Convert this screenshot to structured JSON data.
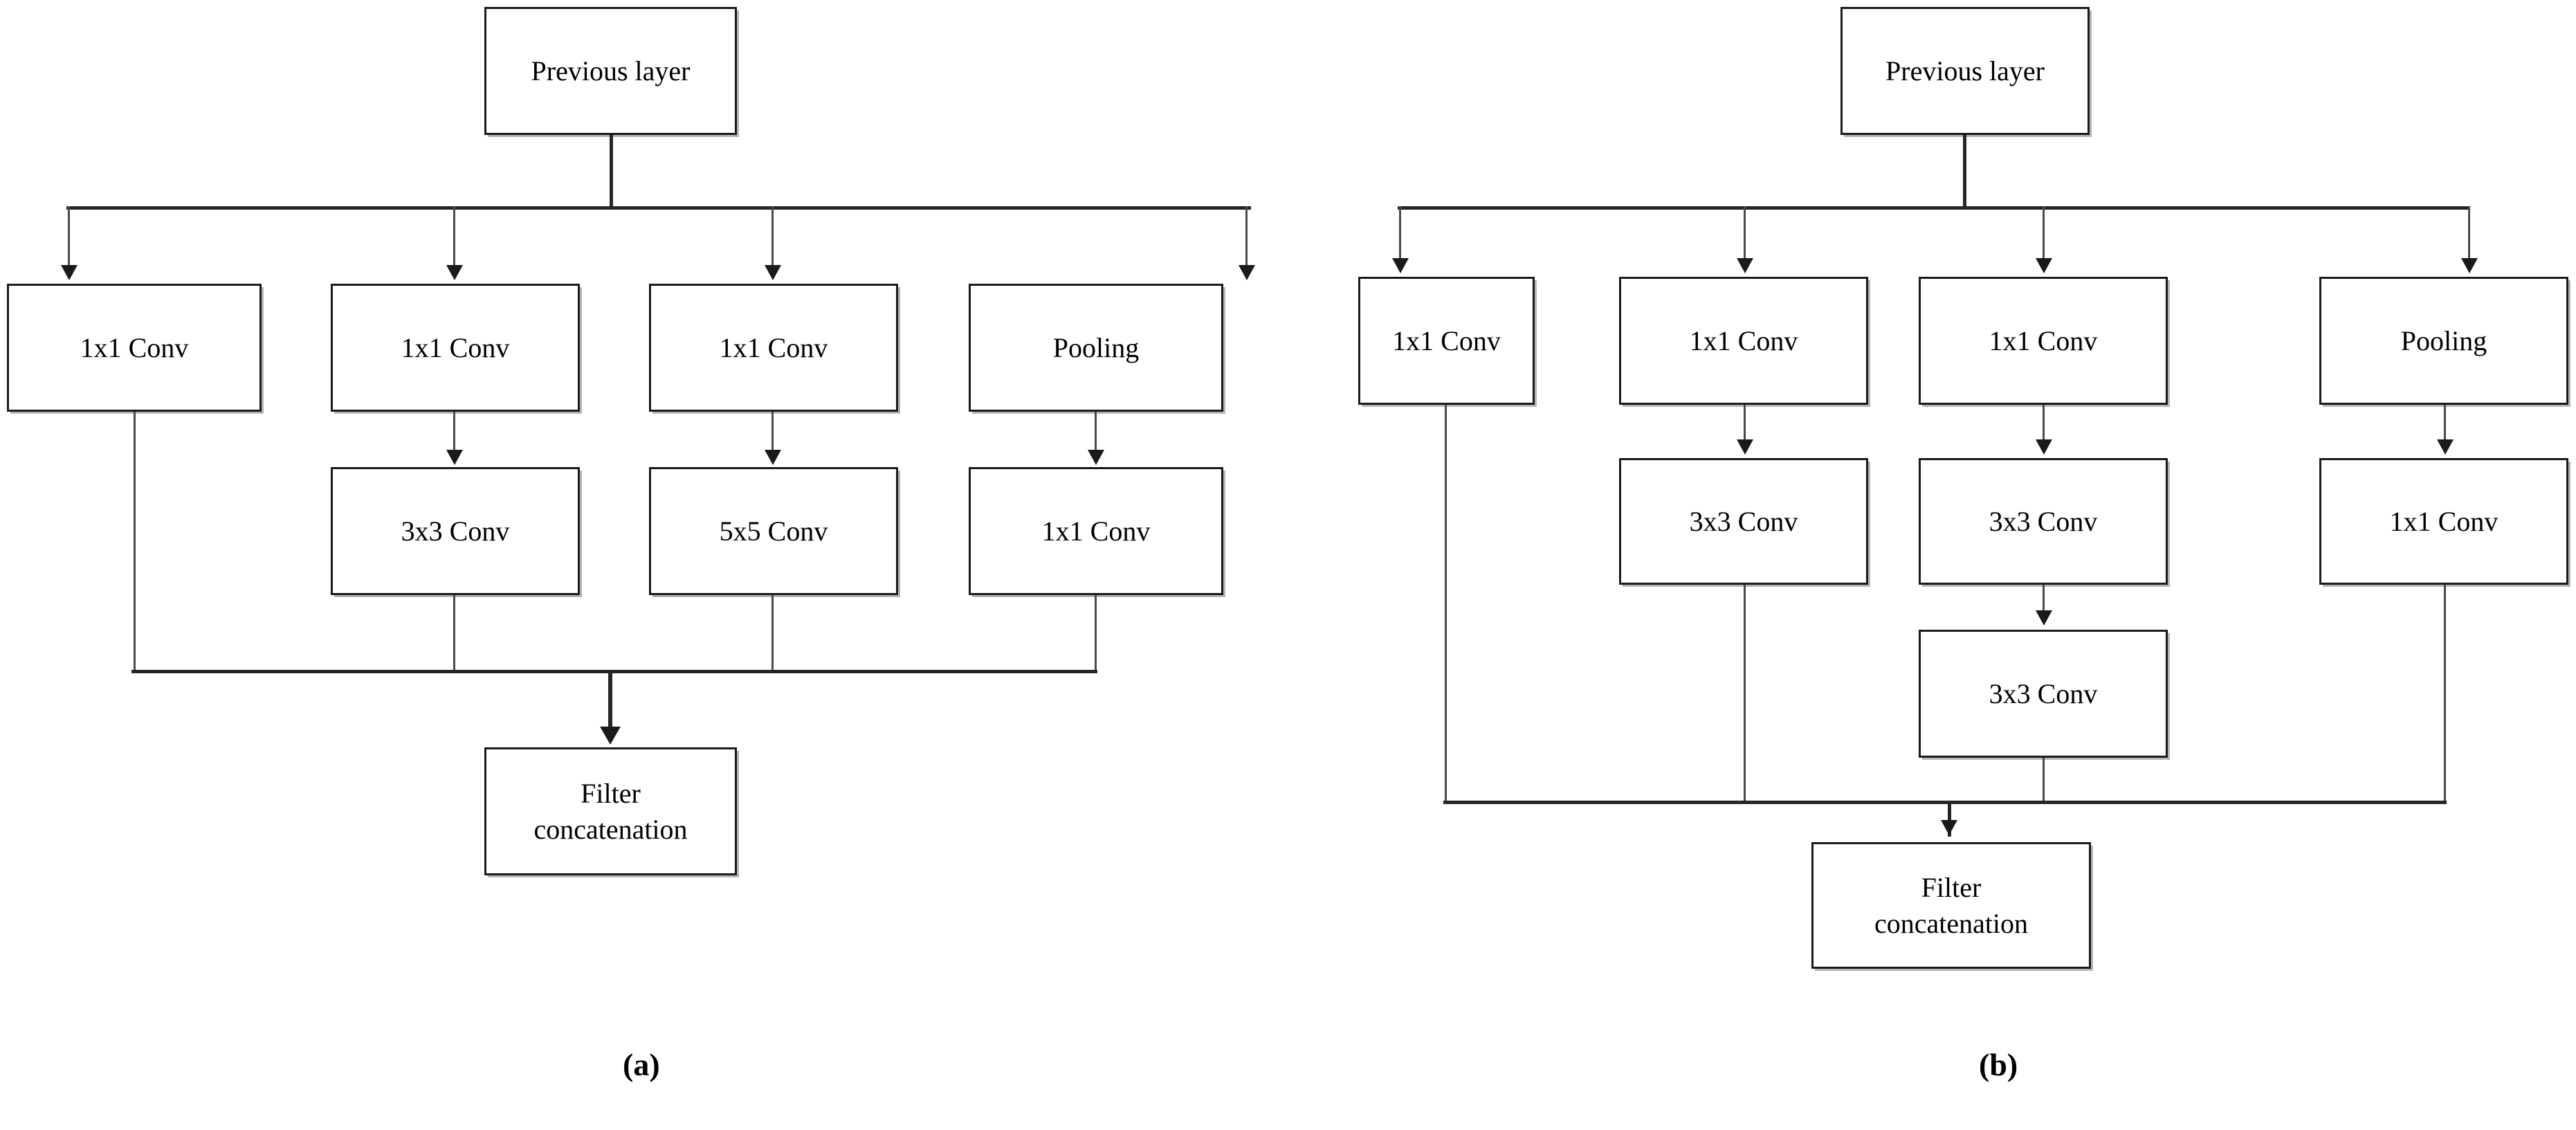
{
  "figure": {
    "background": "#ffffff",
    "line_color": "#262626",
    "box_border_color": "#1a1a1a",
    "text_color": "#000000"
  },
  "panels": [
    {
      "id": "a",
      "caption": "(a)",
      "nodes": {
        "previous_layer": "Previous layer",
        "branch1_top": "1x1 Conv",
        "branch2_top": "1x1 Conv",
        "branch3_top": "1x1 Conv",
        "branch4_top": "Pooling",
        "branch2_second": "3x3 Conv",
        "branch3_second": "5x5 Conv",
        "branch4_second": "1x1 Conv",
        "filter_concatenation_line1": "Filter",
        "filter_concatenation_line2": "concatenation"
      }
    },
    {
      "id": "b",
      "caption": "(b)",
      "nodes": {
        "previous_layer": "Previous layer",
        "branch1_top": "1x1 Conv",
        "branch2_top": "1x1 Conv",
        "branch3_top": "1x1 Conv",
        "branch4_top": "Pooling",
        "branch2_second": "3x3 Conv",
        "branch3_second": "3x3 Conv",
        "branch4_second": "1x1 Conv",
        "branch3_third": "3x3 Conv",
        "filter_concatenation_line1": "Filter",
        "filter_concatenation_line2": "concatenation"
      }
    }
  ]
}
